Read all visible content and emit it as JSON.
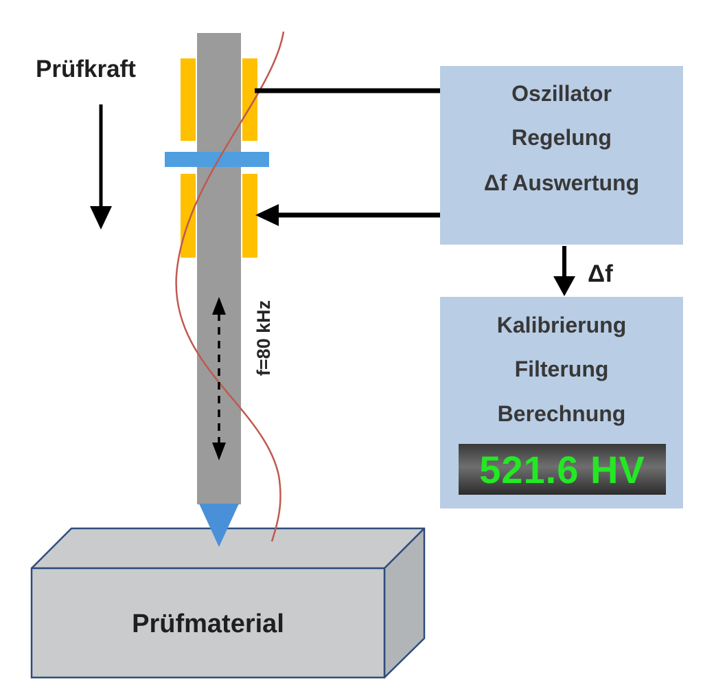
{
  "probe": {
    "force_label": "Prüfkraft",
    "frequency_label": "f=80 kHz",
    "material_label": "Prüfmaterial"
  },
  "oscillator_box": {
    "lines": [
      "Oszillator",
      "Regelung",
      "Δf Auswertung"
    ]
  },
  "delta_f_arrow": {
    "label": "Δf"
  },
  "processing_box": {
    "lines": [
      "Kalibrierung",
      "Filterung",
      "Berechnung"
    ],
    "display_value": "521.6 HV"
  },
  "colors": {
    "rod": "#9b9b9b",
    "piezo_elements": "#ffc000",
    "node_support_bar": "#4f9ee0",
    "indenter_tip": "#4a90d8",
    "panel_fill": "#b9cde5",
    "display_green": "#24e824",
    "resonance_wave": "#c0584f",
    "material_face": "#c9cbcd",
    "material_side_face": "#b2b5b8",
    "material_edge": "#2e4d7b",
    "connector_black": "#000000"
  }
}
